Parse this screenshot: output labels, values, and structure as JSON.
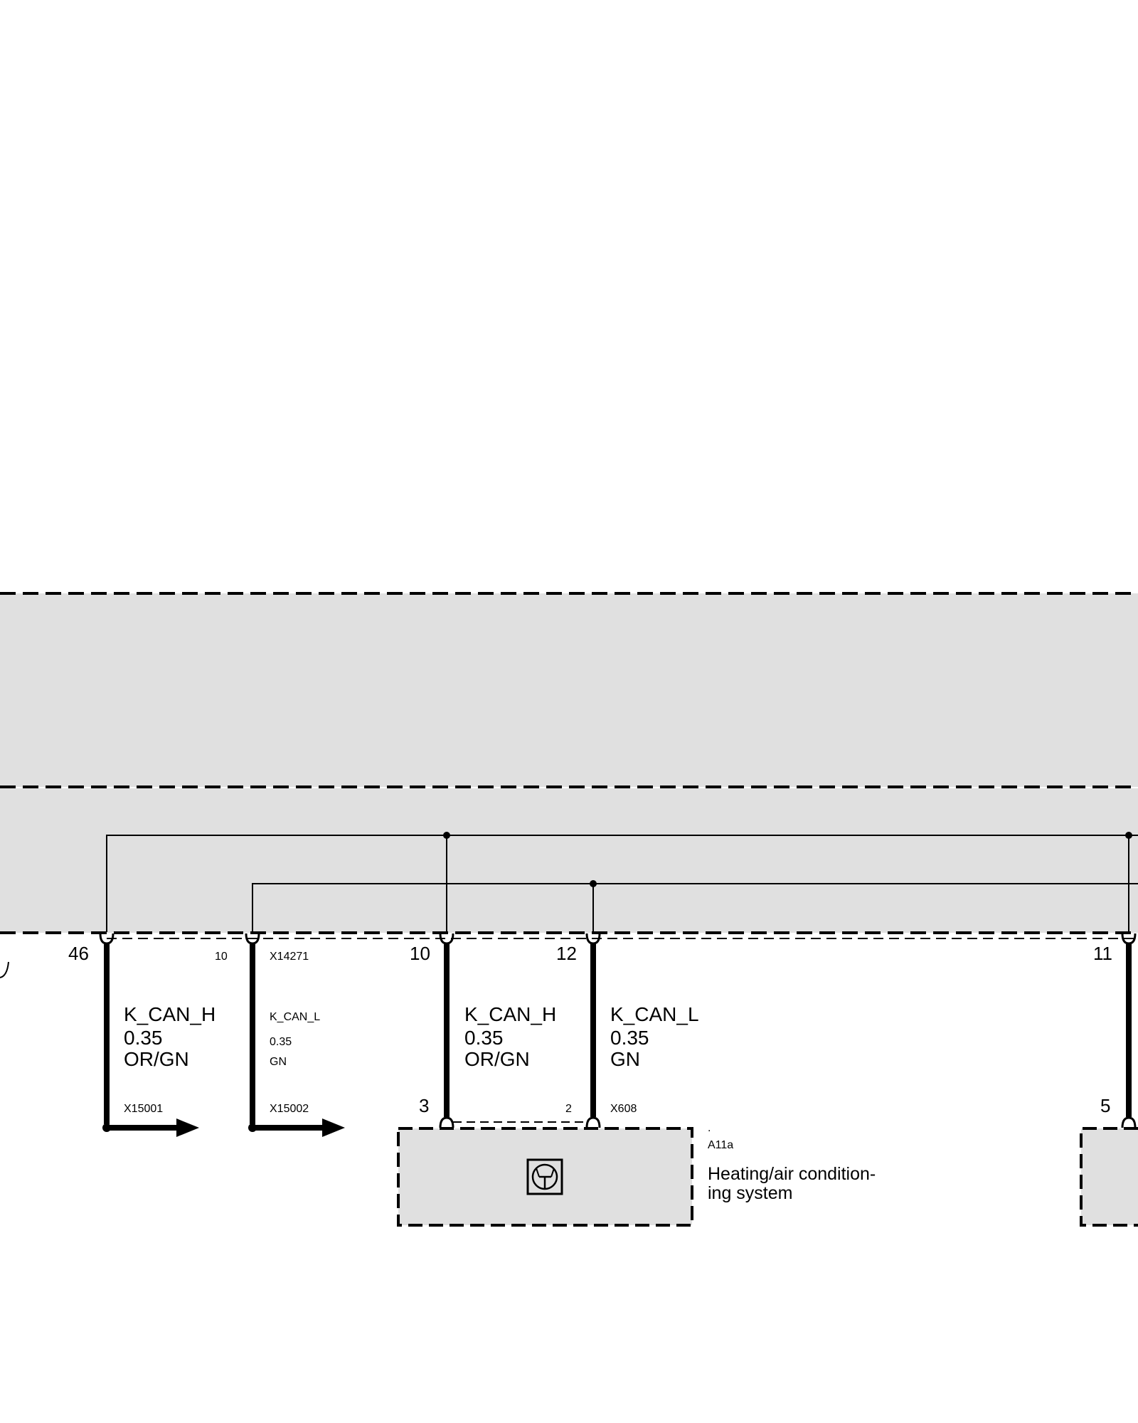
{
  "wires": [
    {
      "pin_top": "46",
      "signal": "K_CAN_H",
      "size": "0.35",
      "color": "OR/GN",
      "connector_bottom": "X15001"
    },
    {
      "pin_top": "10",
      "connector_top": "X14271",
      "signal": "K_CAN_L",
      "size": "0.35",
      "color": "GN",
      "connector_bottom": "X15002"
    },
    {
      "pin_top": "10",
      "signal": "K_CAN_H",
      "size": "0.35",
      "color": "OR/GN",
      "pin_bottom": "3"
    },
    {
      "pin_top": "12",
      "signal": "K_CAN_L",
      "size": "0.35",
      "color": "GN",
      "pin_bottom": "2",
      "connector_bottom": "X608"
    },
    {
      "pin_top": "11",
      "pin_bottom": "5"
    }
  ],
  "component": {
    "dot": ".",
    "id": "A11a",
    "name_line1": "Heating/air condition-",
    "name_line2": "ing system",
    "icon": "transistor-module-icon"
  },
  "colors": {
    "module_fill": "#e0e0e0",
    "line": "#000000"
  }
}
